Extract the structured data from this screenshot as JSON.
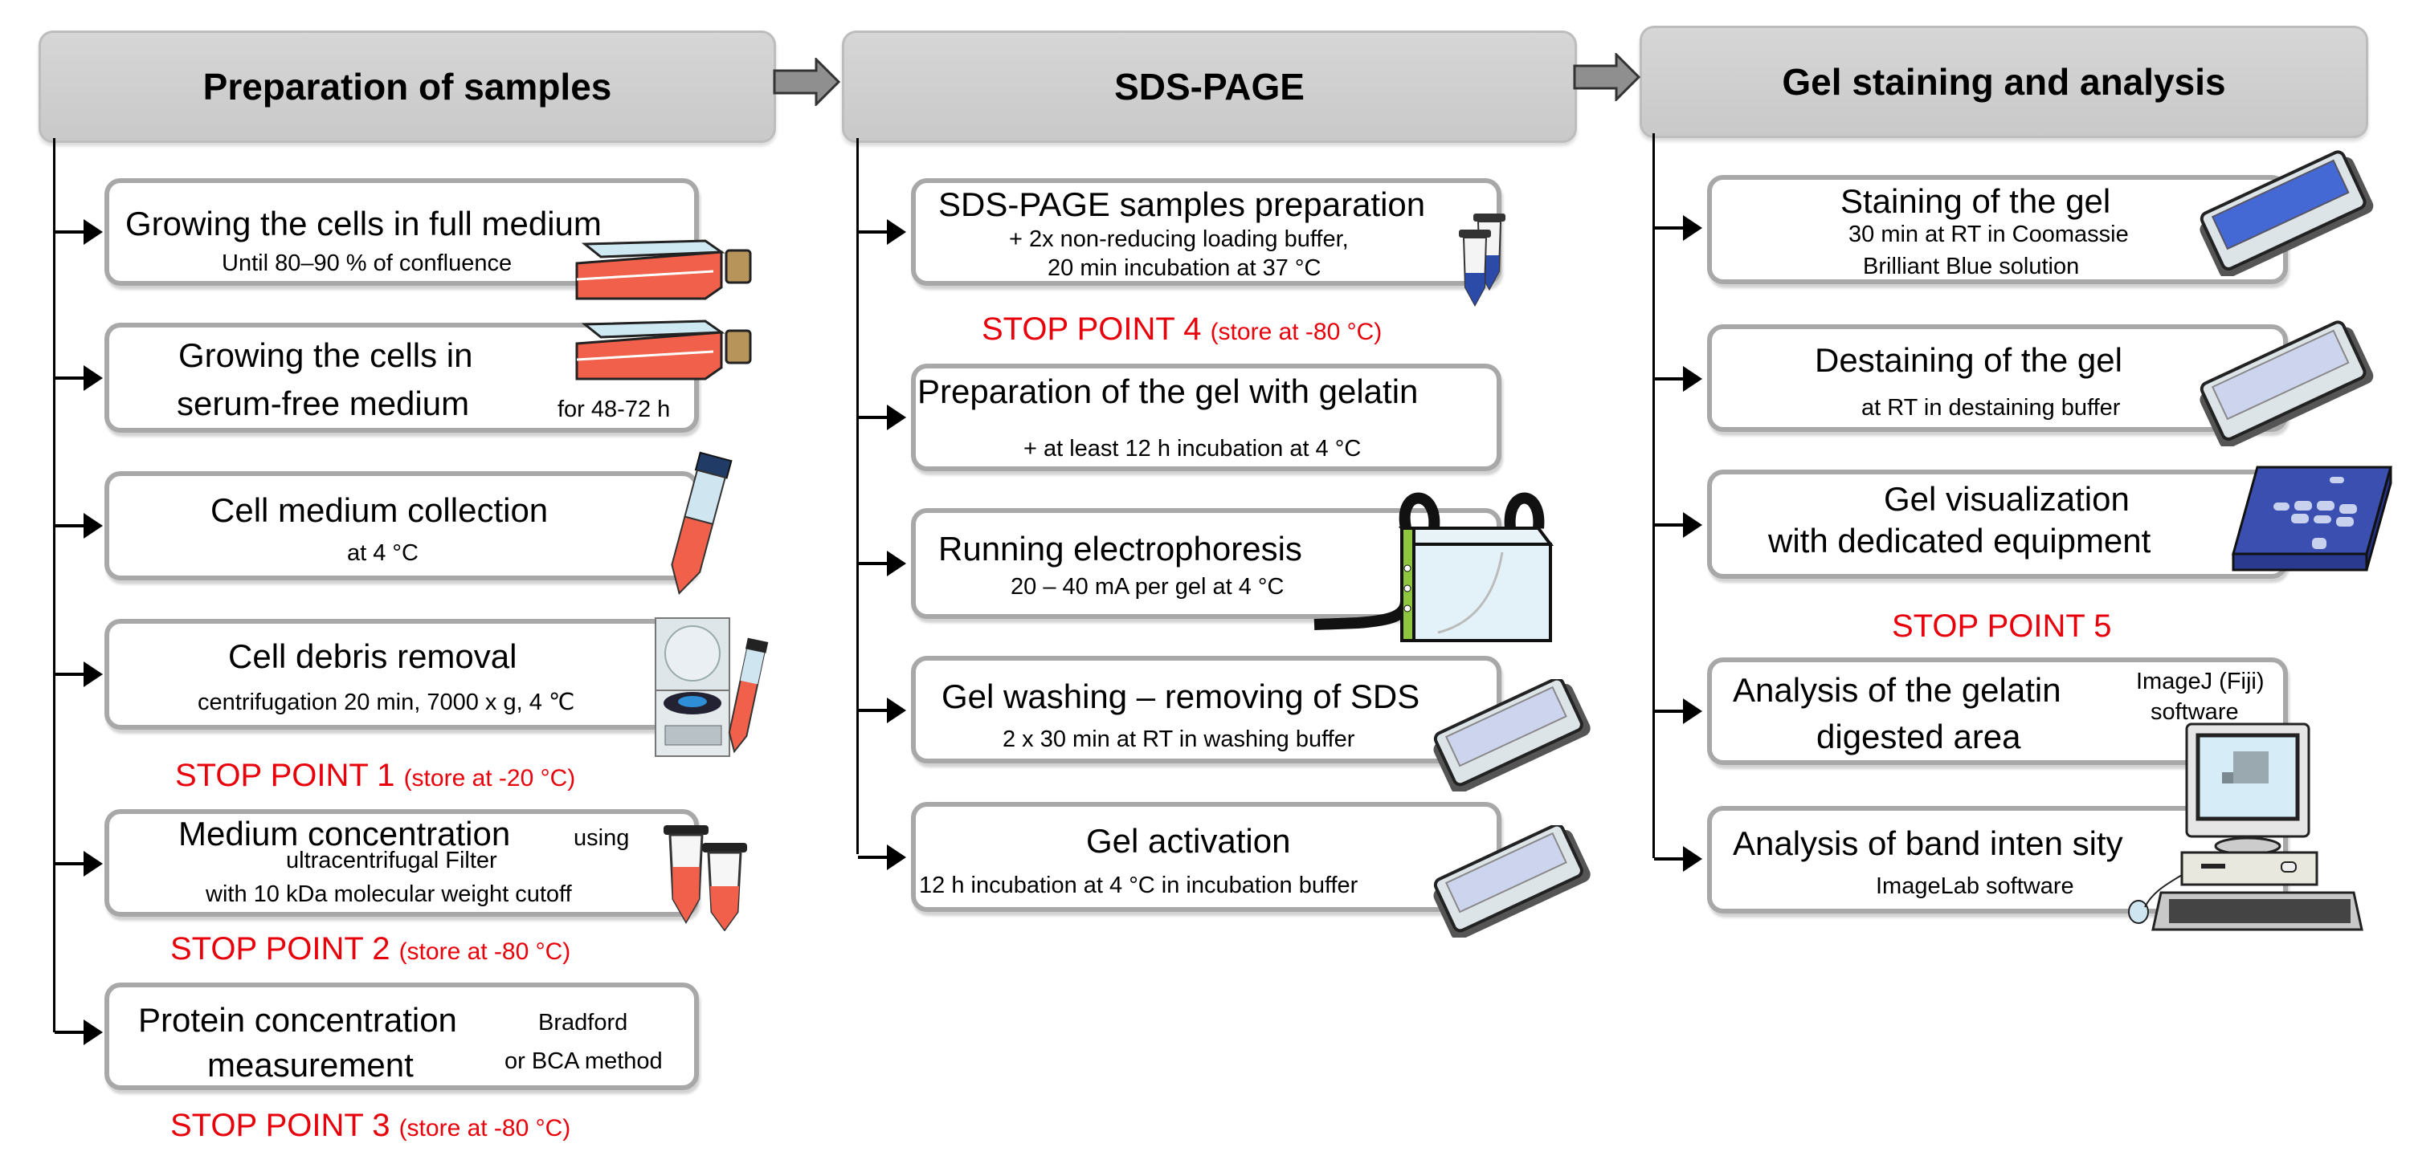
{
  "phases": [
    {
      "title": "Preparation of samples",
      "steps": [
        {
          "title": "Growing the cells in full medium",
          "detail": "Until 80–90 % of confluence",
          "icon": "culture-flask-icon"
        },
        {
          "title_lines": [
            "Growing the cells in",
            "serum-free medium"
          ],
          "detail": "for 48-72 h",
          "icon": "culture-flask-icon"
        },
        {
          "title": "Cell medium collection",
          "detail": "at 4 °C",
          "icon": "falcon-tube-icon"
        },
        {
          "title": "Cell debris removal",
          "detail": "centrifugation  20 min, 7000 x g,  4 ℃",
          "icon": "centrifuge-icon"
        },
        {
          "title": "Medium concentration",
          "title_suffix": "using",
          "detail_lines": [
            "ultracentrifugal Filter",
            "with 10 kDa molecular weight cutoff"
          ],
          "icon": "microtubes-icon"
        },
        {
          "title_lines": [
            "Protein concentration",
            "measurement"
          ],
          "detail_lines": [
            "Bradford",
            "or BCA method"
          ]
        }
      ],
      "stop_points": [
        {
          "label": "STOP POINT 1",
          "note": "(store at -20 °C)"
        },
        {
          "label": "STOP POINT 2",
          "note": "(store at -80 °C)"
        },
        {
          "label": "STOP POINT 3",
          "note": "(store at -80 °C)"
        }
      ]
    },
    {
      "title": "SDS-PAGE",
      "steps": [
        {
          "title": "SDS-PAGE samples preparation",
          "detail_lines": [
            "+ 2x non-reducing loading buffer,",
            "20 min incubation at 37 °C"
          ],
          "icon": "microtubes-icon"
        },
        {
          "title": "Preparation of the gel with gelatin",
          "detail": "+ at least 12 h incubation at 4 °C"
        },
        {
          "title": "Running electrophoresis",
          "detail": "20 – 40 mA per gel at 4 °C",
          "icon": "electrophoresis-tank-icon"
        },
        {
          "title": "Gel washing – removing of SDS",
          "detail": "2 x 30 min at RT in washing buffer",
          "icon": "gel-tray-icon"
        },
        {
          "title": "Gel activation",
          "detail": "12 h incubation at 4 °C in incubation buffer",
          "icon": "gel-tray-icon"
        }
      ],
      "stop_points": [
        {
          "label": "STOP POINT 4",
          "note": "(store at -80 °C)"
        }
      ]
    },
    {
      "title": "Gel staining and analysis",
      "steps": [
        {
          "title": "Staining of the gel",
          "detail_lines": [
            "30 min at RT in Coomassie",
            "Brilliant Blue solution"
          ],
          "icon": "staining-tray-icon"
        },
        {
          "title": "Destaining of the gel",
          "detail": "at RT in destaining buffer",
          "icon": "gel-tray-icon"
        },
        {
          "title_lines": [
            "Gel visualization",
            "with dedicated equipment"
          ],
          "icon": "gel-image-icon"
        },
        {
          "title_lines": [
            "Analysis of the gelatin",
            "digested area"
          ],
          "detail_lines": [
            "ImageJ (Fiji)",
            "software"
          ]
        },
        {
          "title": "Analysis of band inten  sity",
          "detail": "ImageLab software",
          "icon": "computer-icon"
        }
      ],
      "stop_points": [
        {
          "label": "STOP POINT 5",
          "note": ""
        }
      ]
    }
  ],
  "colors": {
    "header_bg": "#cccccc",
    "box_border": "#a8a8a8",
    "stop_point": "#e8000b",
    "medium_red": "#f0604a",
    "gel_blue": "#3a4fb0",
    "stain_blue": "#4468d4"
  }
}
